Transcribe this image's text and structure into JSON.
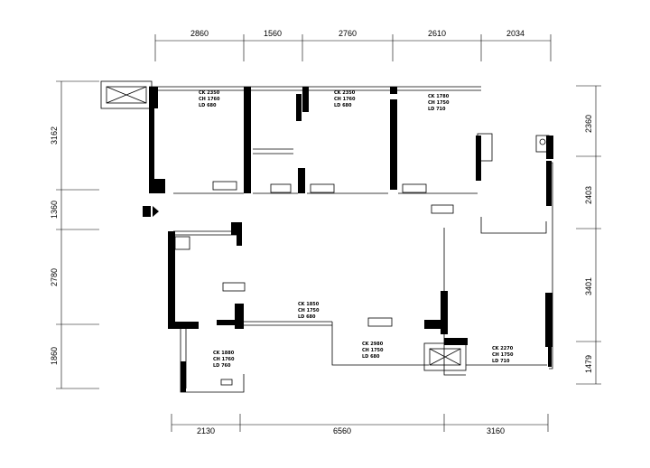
{
  "dimensions": {
    "top": [
      "2860",
      "1560",
      "2760",
      "2610",
      "2034"
    ],
    "bottom": [
      "2130",
      "6560",
      "3160"
    ],
    "left": [
      "3162",
      "1360",
      "2780",
      "1860"
    ],
    "right": [
      "2360",
      "2403",
      "3401",
      "1479"
    ]
  },
  "rooms": [
    {
      "ck": "CK 2350",
      "ch": "CH 1760",
      "ld": "LD 680"
    },
    {
      "ck": "CK 2350",
      "ch": "CH 1760",
      "ld": "LD 680"
    },
    {
      "ck": "CK 1780",
      "ch": "CH 1750",
      "ld": "LD 710"
    },
    {
      "ck": "CK 1850",
      "ch": "CH 1750",
      "ld": "LD 680"
    },
    {
      "ck": "CK 2980",
      "ch": "CH 1750",
      "ld": "LD 680"
    },
    {
      "ck": "CK 1880",
      "ch": "CH 1760",
      "ld": "LD 760"
    },
    {
      "ck": "CK 2270",
      "ch": "CH 1750",
      "ld": "LD 710"
    }
  ]
}
